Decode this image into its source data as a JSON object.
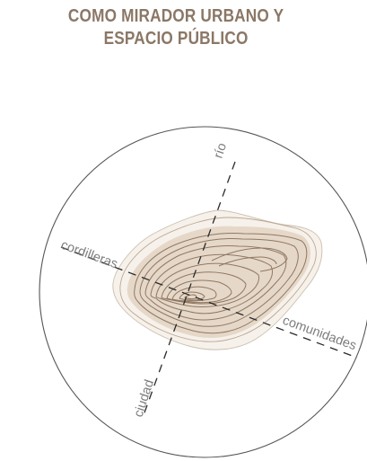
{
  "header": {
    "title_line1": "COMO MIRADOR URBANO Y",
    "title_line2": "ESPACIO PÚBLICO"
  },
  "diagram": {
    "axes": [
      {
        "label": "río"
      },
      {
        "label": "cordilleras"
      },
      {
        "label": "comunidades"
      },
      {
        "label": "ciudad"
      }
    ],
    "colors": {
      "title": "#8b7766",
      "circle": "#555555",
      "contour": "#8f7863",
      "fill_outer": "#efe6dc",
      "fill_inner": "#d8c6b3",
      "axis": "#2a2a2a"
    }
  }
}
